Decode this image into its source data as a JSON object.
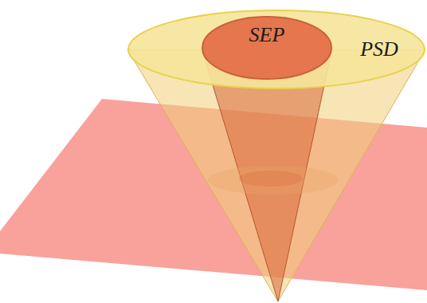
{
  "diagram": {
    "nodes": [
      {
        "text": [
          "PSD"
        ]
      },
      {
        "text": [
          "SEP"
        ],
        "in": 0
      }
    ]
  }
}
